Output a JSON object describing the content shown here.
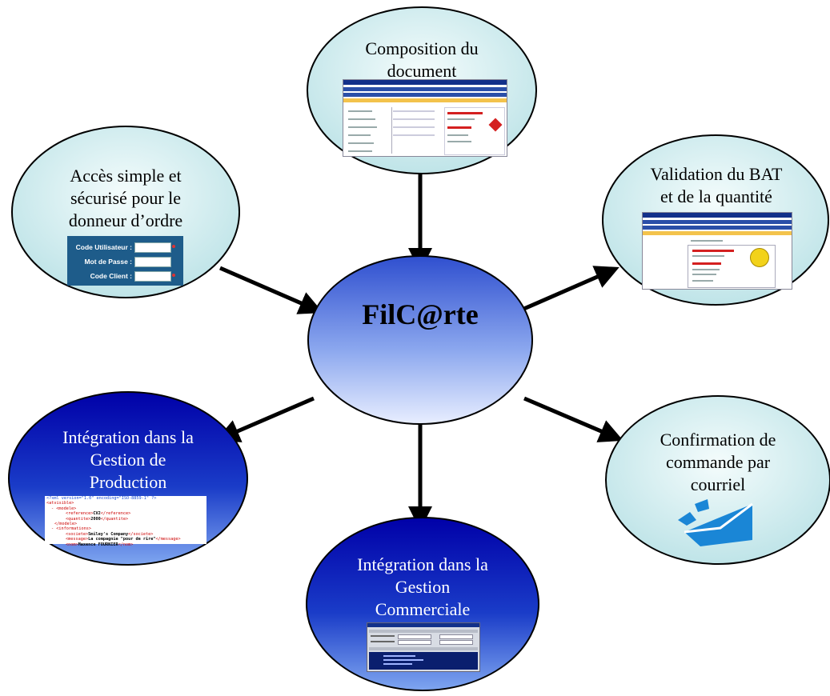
{
  "center": {
    "label": "FilC@rte"
  },
  "nodes": {
    "composition": {
      "line1": "Composition du",
      "line2": "document"
    },
    "acces": {
      "line1": "Accès simple et",
      "line2": "sécurisé pour le",
      "line3": "donneur d’ordre"
    },
    "validation": {
      "line1": "Validation du BAT",
      "line2": "et de la quantité"
    },
    "production": {
      "line1": "Intégration dans la",
      "line2": "Gestion de",
      "line3": "Production"
    },
    "commerciale": {
      "line1": "Intégration dans la",
      "line2": "Gestion",
      "line3": "Commerciale"
    },
    "confirmation": {
      "line1": "Confirmation de",
      "line2": "commande par",
      "line3": "courriel"
    }
  },
  "login_form": {
    "user_label": "Code Utilisateur :",
    "password_label": "Mot de Passe :",
    "client_label": "Code Client :"
  },
  "colors": {
    "light_node_fill": "#d6f0f2",
    "dark_node_fill": "#0a0aa0",
    "center_top": "#2f4fcf",
    "center_bottom": "#dfe8ff",
    "arrow": "#000000"
  },
  "icons": {
    "mail": "envelope-icon",
    "smiley": "smiley-icon"
  }
}
